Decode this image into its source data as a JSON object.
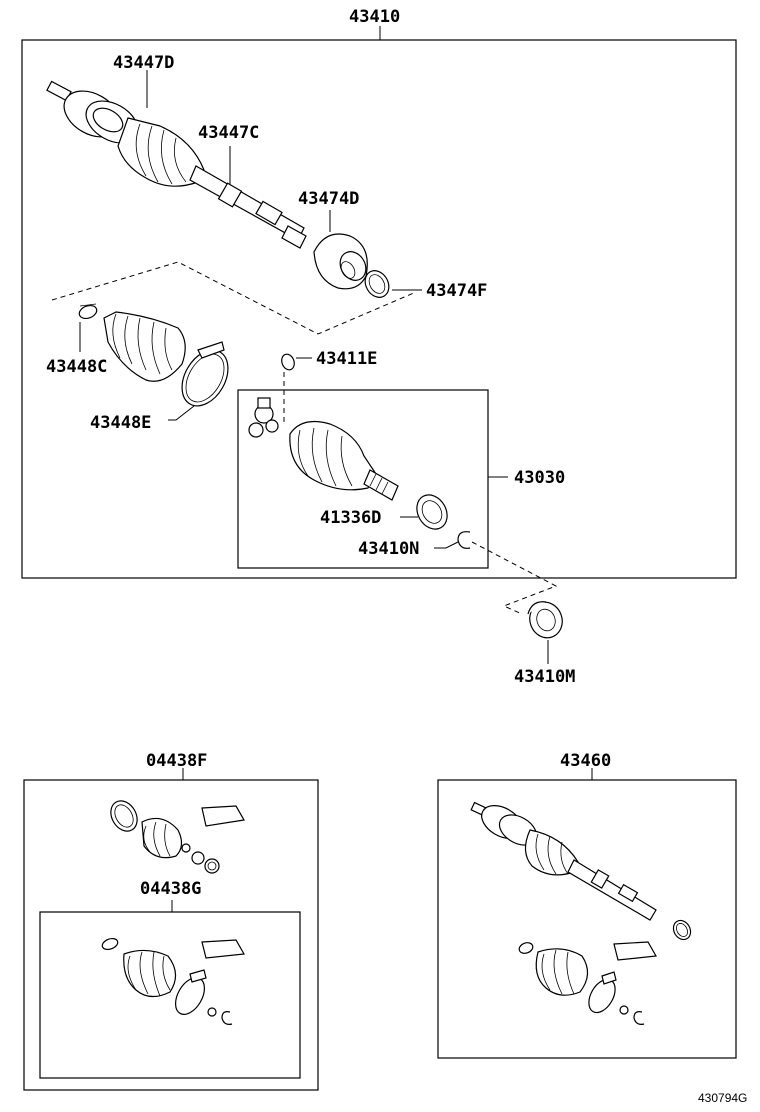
{
  "labels": {
    "assembly_43410": "43410",
    "p_43447D": "43447D",
    "p_43447C": "43447C",
    "p_43474D": "43474D",
    "p_43474F": "43474F",
    "p_43448C": "43448C",
    "p_43411E": "43411E",
    "p_43448E": "43448E",
    "p_43030": "43030",
    "p_41336D": "41336D",
    "p_43410N": "43410N",
    "p_43410M": "43410M",
    "kit_04438F": "04438F",
    "kit_04438G": "04438G",
    "assembly_43460": "43460",
    "figure_id": "430794G"
  }
}
